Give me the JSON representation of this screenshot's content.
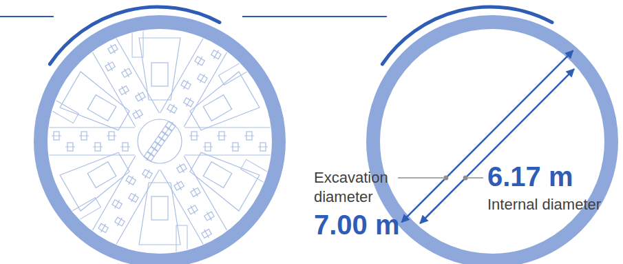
{
  "diagram": {
    "labels": [
      "Excavation diameter",
      "7.00 m",
      "6.17 m",
      "Internal diameter"
    ]
  }
}
